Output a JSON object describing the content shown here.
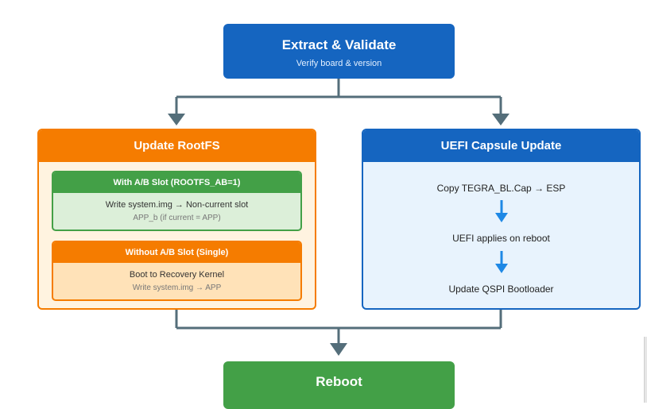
{
  "top": {
    "title": "Extract & Validate",
    "subtitle": "Verify board & version"
  },
  "left": {
    "title": "Update RootFS",
    "ab": {
      "title": "With A/B Slot (ROOTFS_AB=1)",
      "line1": "Write system.img → Non-current slot",
      "line2": "APP_b (if current = APP)"
    },
    "single": {
      "title": "Without A/B Slot (Single)",
      "line1": "Boot to Recovery Kernel",
      "line2": "Write system.img → APP"
    }
  },
  "right": {
    "title": "UEFI Capsule Update",
    "steps": [
      "Copy TEGRA_BL.Cap → ESP",
      "UEFI applies on reboot",
      "Update QSPI Bootloader"
    ]
  },
  "bottom": {
    "title": "Reboot"
  },
  "colors": {
    "blue": "#1565c0",
    "orange": "#f57c00",
    "green": "#43a047",
    "connector": "#546e7a",
    "step_arrow": "#1e88e5"
  }
}
